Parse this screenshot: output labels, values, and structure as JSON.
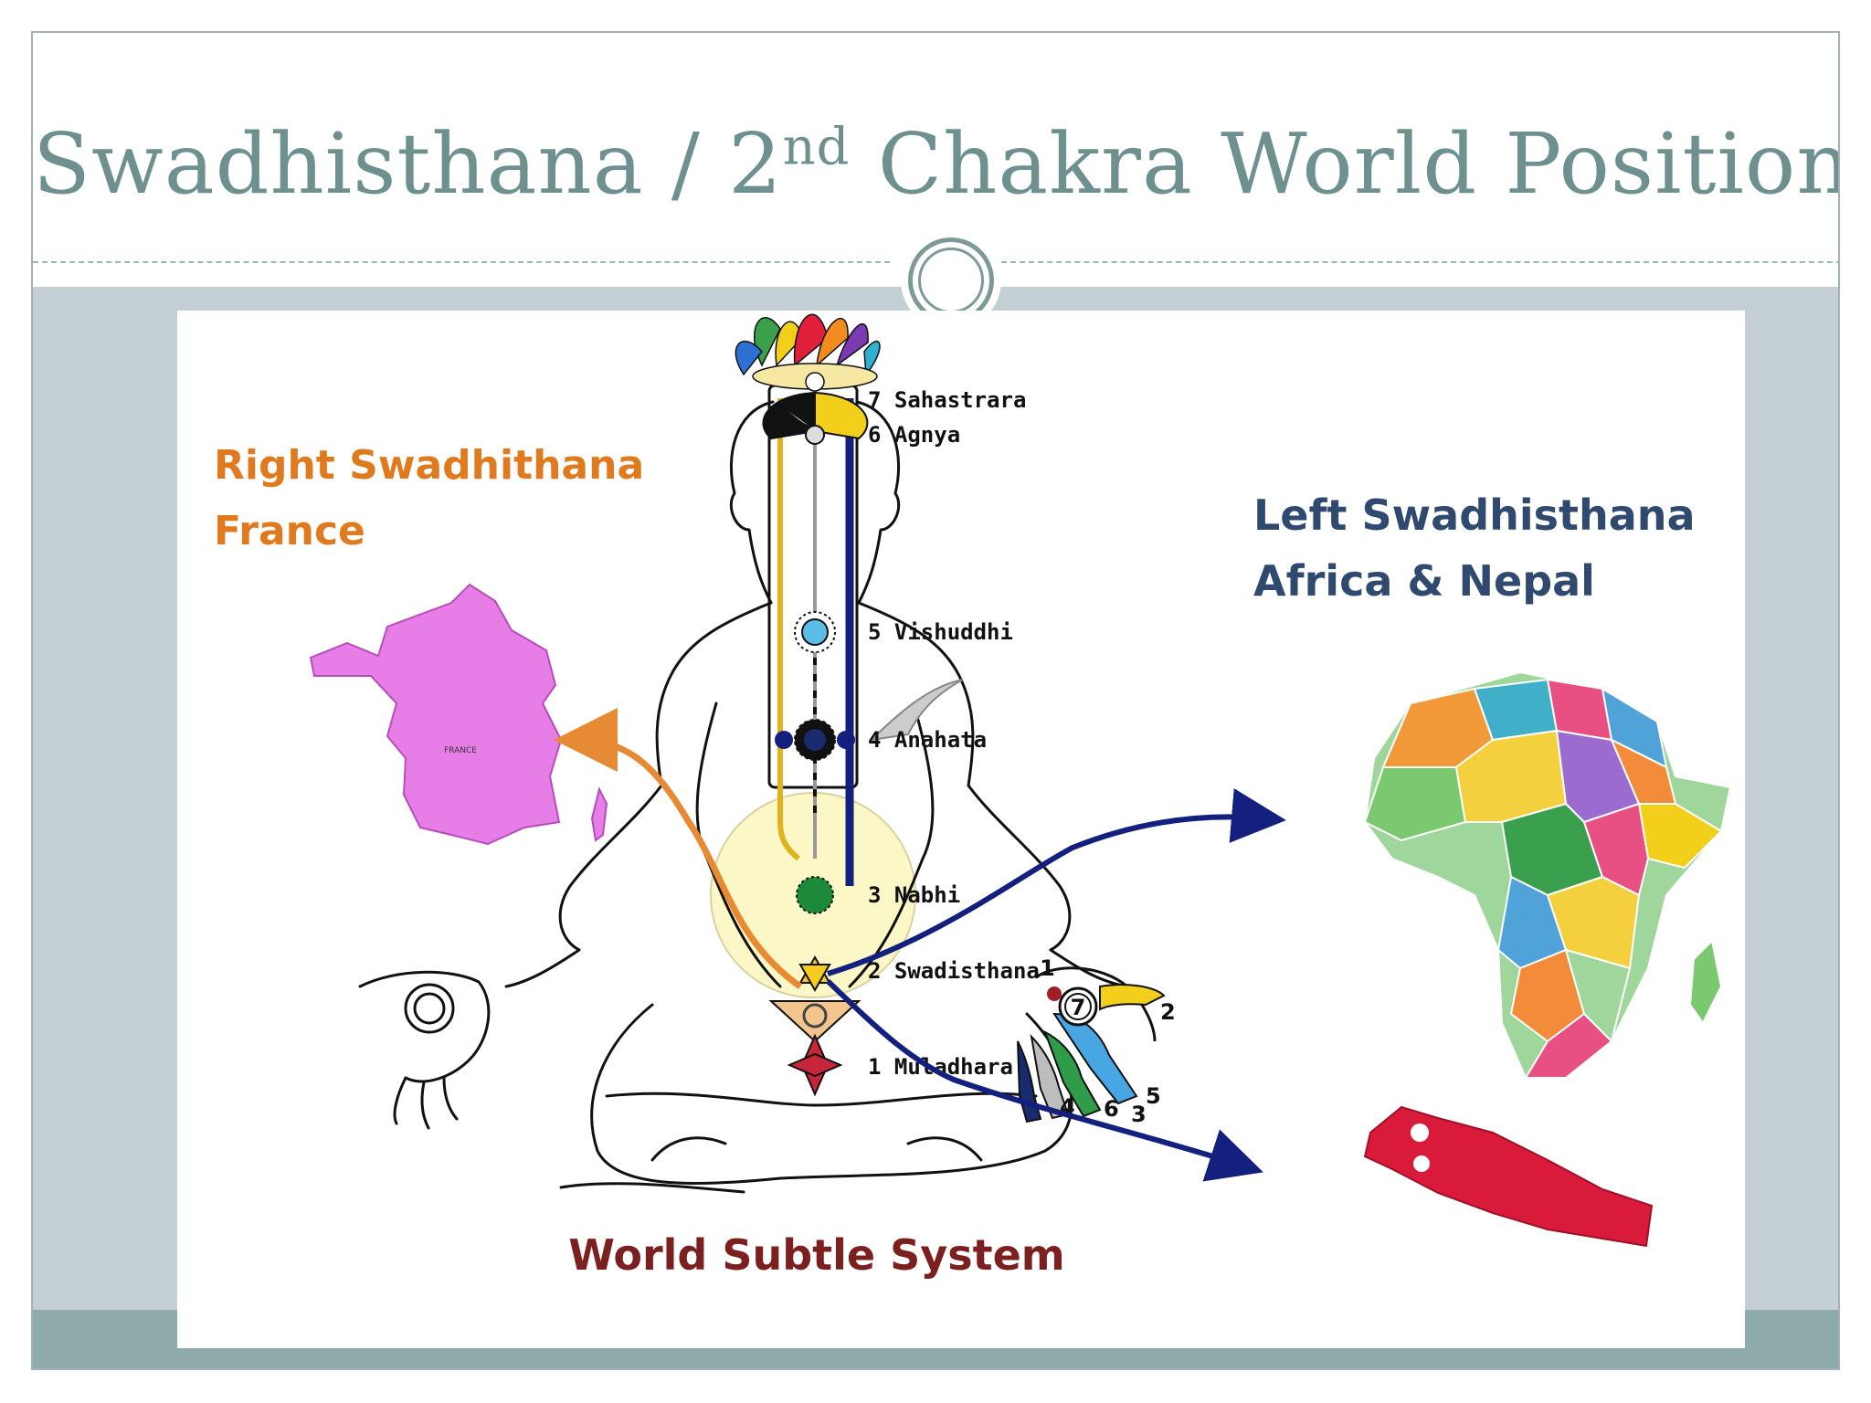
{
  "slide": {
    "title_main": "Swadhisthana / 2",
    "title_sup": "nd",
    "title_rest": " Chakra World Position"
  },
  "labels": {
    "right_line1": "Right Swadhithana",
    "right_line2": "France",
    "left_line1": "Left Swadhisthana",
    "left_line2": "Africa & Nepal",
    "caption": "World Subtle System"
  },
  "chakras": [
    {
      "num": "7",
      "name": "7 Sahastrara"
    },
    {
      "num": "6",
      "name": "6 Agnya"
    },
    {
      "num": "5",
      "name": "5 Vishuddhi"
    },
    {
      "num": "4",
      "name": "4 Anahata"
    },
    {
      "num": "3",
      "name": "3 Nabhi"
    },
    {
      "num": "2",
      "name": "2 Swadisthana"
    },
    {
      "num": "1",
      "name": "1 Muladhara"
    }
  ],
  "fingers": {
    "f1": "1",
    "f2": "2",
    "f3": "3",
    "f4": "4",
    "f5": "5",
    "f6": "6",
    "palm": "7"
  },
  "map_labels": {
    "france": "FRANCE"
  },
  "colors": {
    "title": "#6e9190",
    "right_label": "#e07a1f",
    "left_label": "#2f4a6e",
    "caption": "#7c1f1f",
    "france_map": "#e77de6",
    "nepal_map": "#d91a3a",
    "arrow_blue": "#14207e",
    "arrow_orange": "#e68a33"
  }
}
